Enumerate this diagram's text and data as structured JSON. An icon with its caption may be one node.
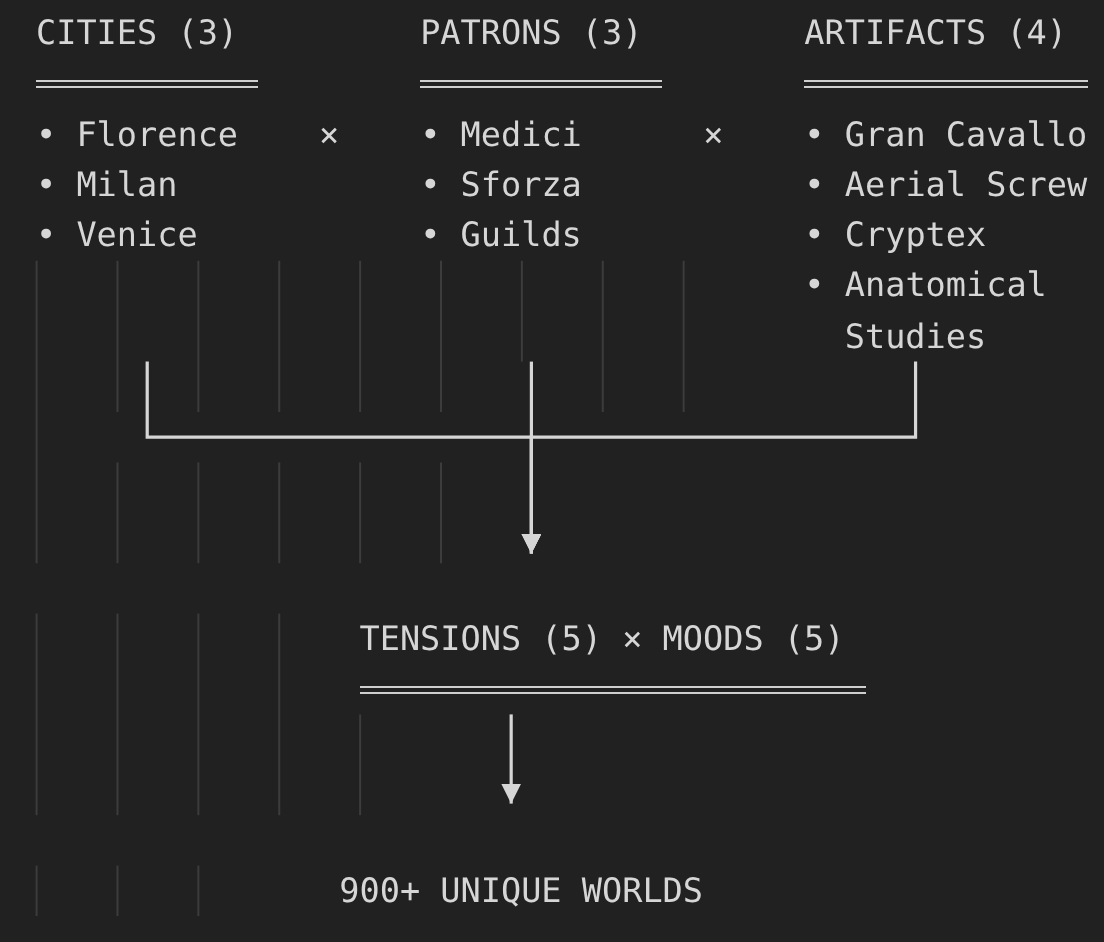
{
  "diagram": {
    "nodes": [
      {
        "text": [
          "CITIES (3)",
          "• Florence",
          "• Milan",
          "• Venice"
        ]
      },
      {
        "text": [
          "PATRONS (3)",
          "• Medici",
          "• Sforza",
          "• Guilds"
        ]
      },
      {
        "text": [
          "ARTIFACTS (4)",
          "• Gran Cavallo",
          "• Aerial Screw",
          "• Cryptex",
          "• Anatomical Studies"
        ]
      },
      {
        "text": [
          "TENSIONS (5) × MOODS (5)"
        ]
      },
      {
        "text": [
          "900+ UNIQUE WORLDS"
        ]
      }
    ],
    "edges": [
      {
        "from": 0,
        "to": 3,
        "arrow": "to"
      },
      {
        "from": 1,
        "to": 3,
        "arrow": "to"
      },
      {
        "from": 2,
        "to": 3,
        "arrow": "to"
      },
      {
        "from": 3,
        "to": 4,
        "arrow": "to"
      }
    ],
    "labels": [
      "×",
      "×"
    ]
  }
}
